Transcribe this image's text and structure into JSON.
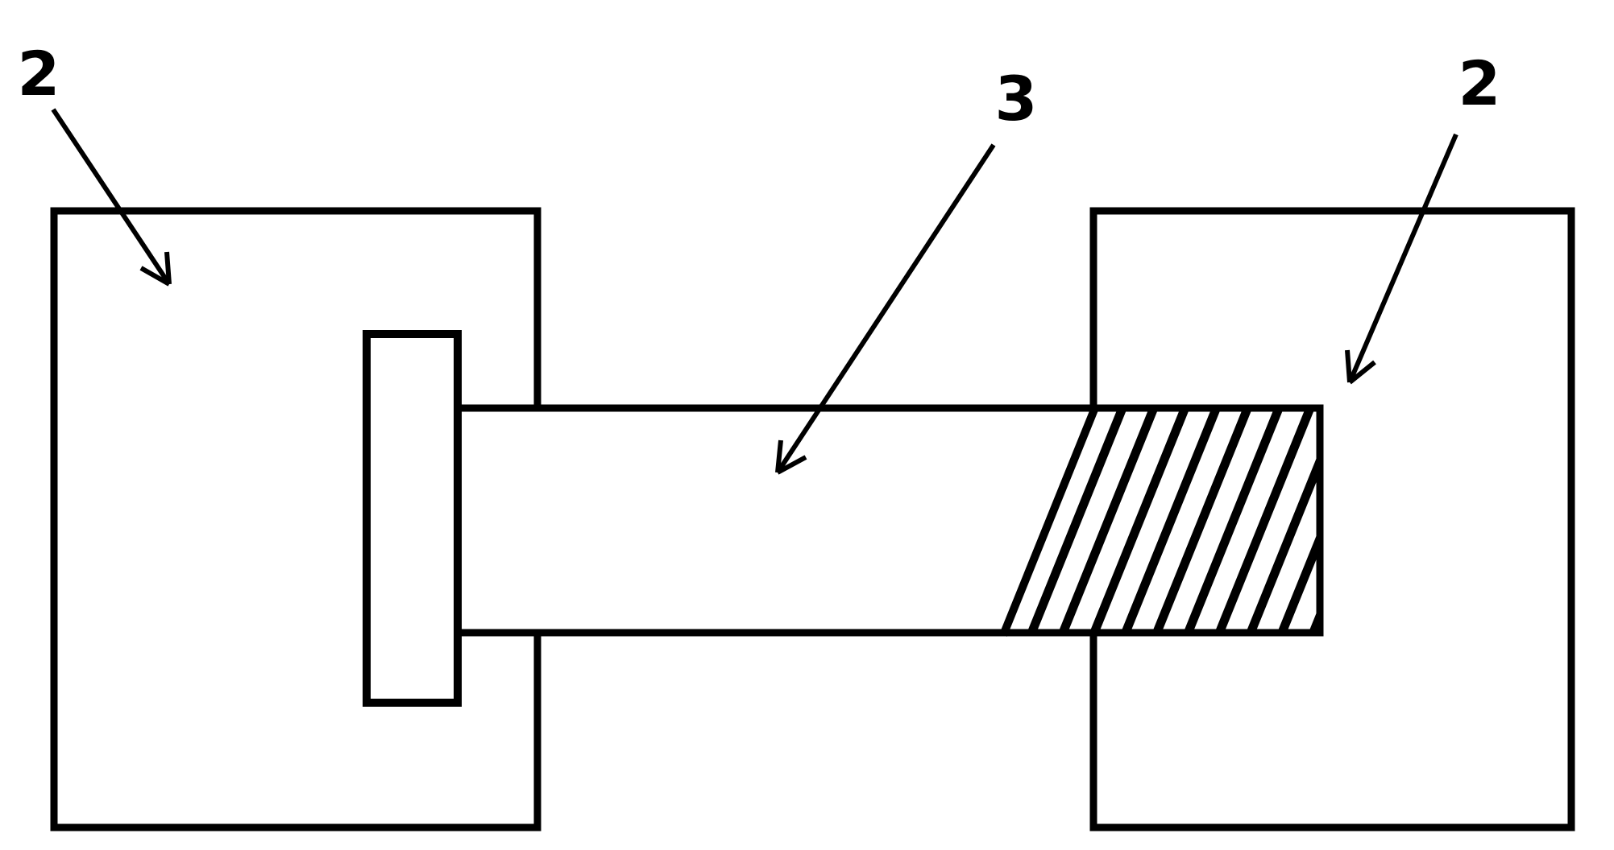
{
  "figure": {
    "background_color": "#ffffff",
    "line_color": "#000000",
    "labels": {
      "left_plate": "2",
      "shaft": "3",
      "right_plate": "2"
    }
  }
}
